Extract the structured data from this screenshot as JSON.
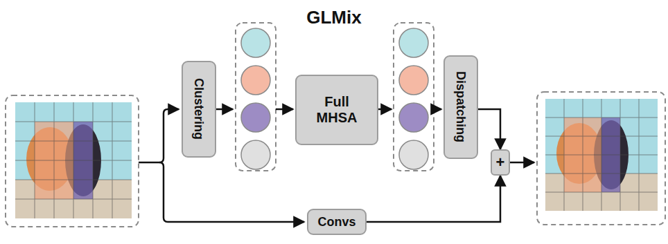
{
  "diagram": {
    "title": "GLMix",
    "nodes": [
      {
        "text": [
          "Clustering"
        ]
      },
      {
        "text": [
          "Full MHSA"
        ]
      },
      {
        "text": [
          "Dispatching"
        ]
      },
      {
        "text": [
          "+"
        ]
      },
      {
        "text": [
          "Convs"
        ]
      }
    ],
    "edges": [
      {
        "from": 2,
        "to": 3,
        "arrow": "to"
      },
      {
        "from": 4,
        "to": 3,
        "arrow": "to"
      }
    ]
  }
}
